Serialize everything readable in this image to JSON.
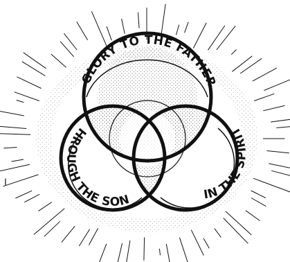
{
  "emblem": {
    "motif": "trinity-knot-with-sunburst",
    "top_text": "GLORY TO THE FATHER",
    "left_text": "THROUGH THE SON",
    "right_text": "IN THE SPIRIT"
  },
  "stray_mark": "I",
  "colors": {
    "ink": "#111111",
    "paper": "#ffffff",
    "stipple": "#333333"
  }
}
